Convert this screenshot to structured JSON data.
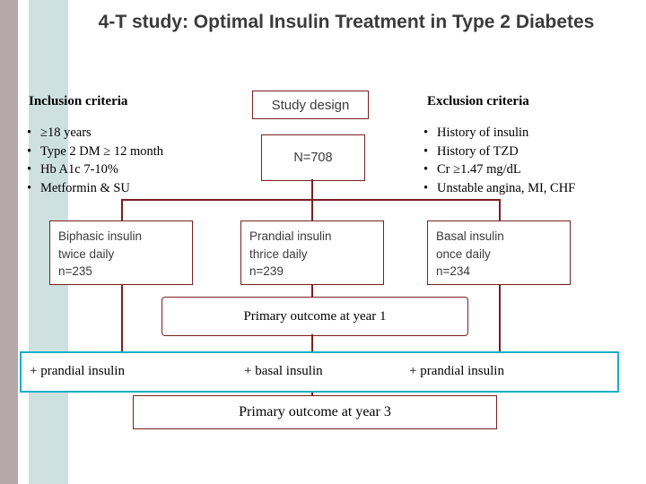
{
  "slide": {
    "title": "4-T study: Optimal Insulin Treatment in Type 2 Diabetes",
    "colors": {
      "band_gray": "#b5a7a7",
      "band_teal": "#cfe0e0",
      "box_border": "#7a1f1f",
      "highlight_border": "#16b0c8",
      "title_text": "#3b3b3b"
    }
  },
  "inclusion": {
    "heading": "Inclusion criteria",
    "items": [
      "≥18 years",
      "Type 2 DM ≥ 12 month",
      "Hb A1c  7-10%",
      "Metformin & SU"
    ]
  },
  "exclusion": {
    "heading": "Exclusion criteria",
    "items": [
      "History of insulin",
      "History of TZD",
      "Cr ≥1.47 mg/dL",
      "Unstable angina, MI, CHF"
    ]
  },
  "design": {
    "label": "Study design",
    "enrolled": "N=708"
  },
  "arms": [
    {
      "line1": "Biphasic insulin",
      "line2": "twice daily",
      "line3": "n=235"
    },
    {
      "line1": "Prandial insulin",
      "line2": "thrice daily",
      "line3": "n=239"
    },
    {
      "line1": "Basal insulin",
      "line2": "once daily",
      "line3": "n=234"
    }
  ],
  "outcomes": {
    "year1": "Primary outcome at year 1",
    "year3": "Primary outcome at year 3"
  },
  "addons": [
    "+ prandial insulin",
    "+ basal insulin",
    "+ prandial insulin"
  ]
}
